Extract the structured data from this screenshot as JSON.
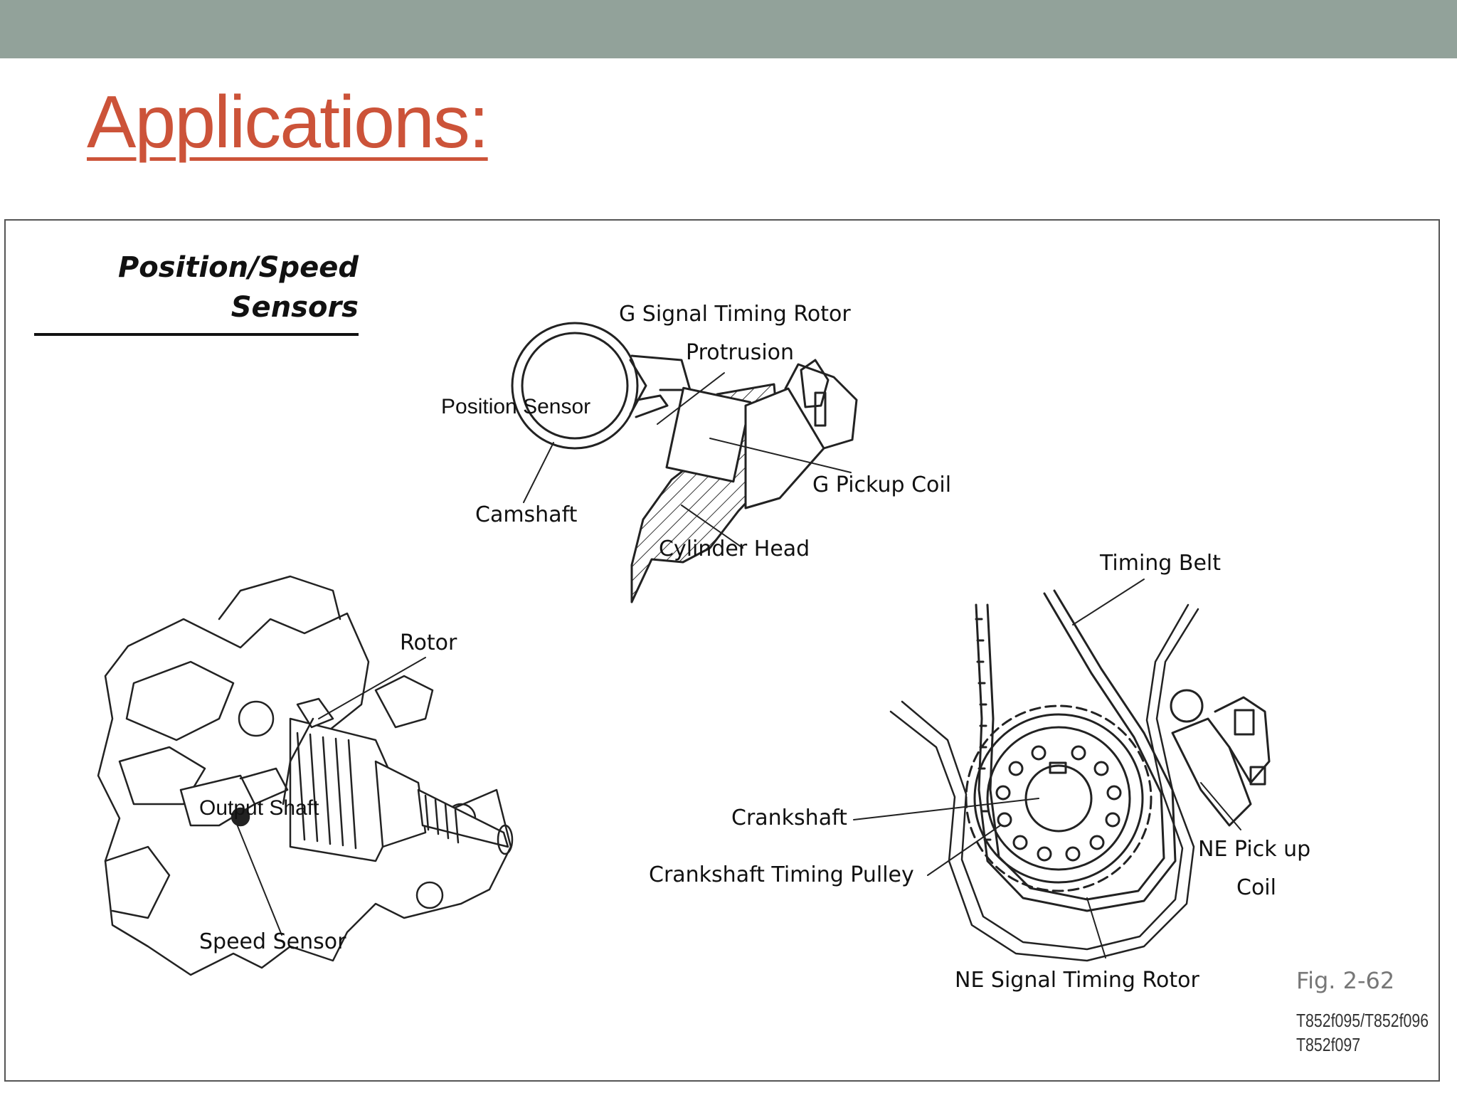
{
  "slide": {
    "title": "Applications:",
    "accent_color": "#cc5339",
    "header_bar_color": "#92a29a"
  },
  "figure": {
    "section_title_line1": "Position/Speed",
    "section_title_line2": "Sensors",
    "labels": {
      "g_signal_timing_rotor": "G Signal Timing Rotor",
      "protrusion": "Protrusion",
      "position_sensor": "Position Sensor",
      "camshaft": "Camshaft",
      "g_pickup_coil": "G Pickup Coil",
      "cylinder_head": "Cylinder Head",
      "timing_belt": "Timing Belt",
      "rotor": "Rotor",
      "output_shaft": "Output Shaft",
      "speed_sensor": "Speed Sensor",
      "crankshaft": "Crankshaft",
      "crankshaft_timing_pulley": "Crankshaft Timing Pulley",
      "ne_pick_up_line1": "NE Pick up",
      "ne_pick_up_line2": "Coil",
      "ne_signal_timing_rotor": "NE Signal Timing Rotor"
    },
    "fig_number": "Fig. 2-62",
    "fig_codes_line1": "T852f095/T852f096",
    "fig_codes_line2": "T852f097"
  }
}
